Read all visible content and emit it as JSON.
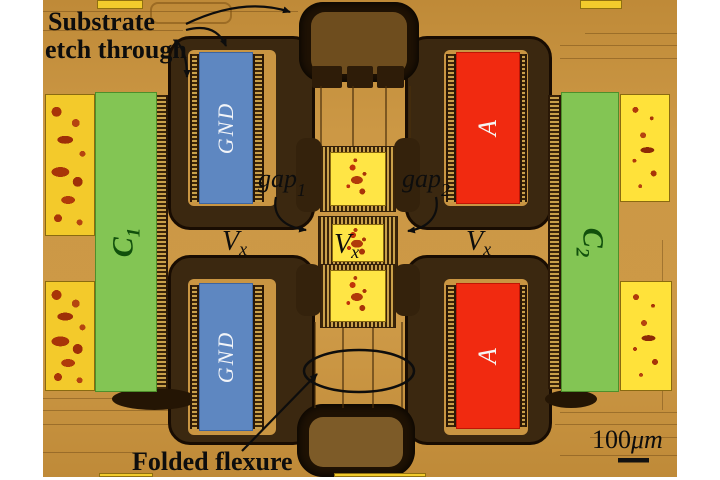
{
  "annotations": {
    "substrate_line1": "Substrate",
    "substrate_line2": "etch through",
    "gap_word": "gap",
    "gap1_subscript": "1",
    "gap2_subscript": "2",
    "voltage_label": "V",
    "voltage_subscript": "x",
    "folded_flexure": "Folded flexure",
    "scale_value": "100",
    "scale_unit": "μm"
  },
  "electrodes": {
    "c_label": "C",
    "c1_subscript": "1",
    "c2_subscript": "2",
    "gnd_label": "GND",
    "a_label": "A"
  },
  "colors": {
    "background_tan": "#c6933f",
    "etch_dark": "#2c1c09",
    "hole_interior_brown": "#6e4d1e",
    "electrode_green": "#83c554",
    "electrode_blue": "#5e87c1",
    "electrode_red": "#f12a10",
    "bond_pad_yellow": "#ffe23a",
    "annotation_black": "#0d0d0d"
  }
}
